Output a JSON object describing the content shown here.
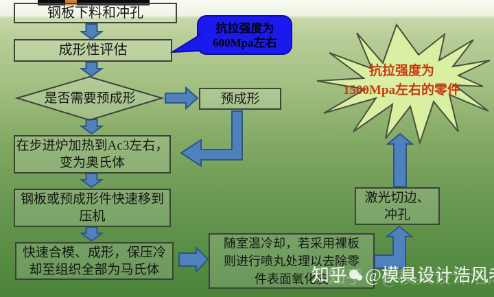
{
  "slide": {
    "nodes": {
      "blanking": "钢板下料和冲孔",
      "evaluation": "成形性评估",
      "decision": "是否需要预成形",
      "preforming": "预成形",
      "heating": "在步进炉加热到Ac3左右，\n变为奥氏体",
      "transfer": "钢板或预成形件快速移到\n压机",
      "forming": "快速合模、成形，保压冷\n却至组织全部为马氏体",
      "cooling": "随室温冷却，若采用裸板\n则进行喷丸处理以去除零\n件表面氧化皮",
      "laser": "激光切边、\n冲孔"
    },
    "callout": {
      "text": "抗拉强度为\n600Mpa左右"
    },
    "burst": {
      "text": "抗拉强度为\n1500Mpa左右的零件"
    },
    "watermark": {
      "source": "知乎",
      "handle": "@模具设计浩风老师"
    },
    "colors": {
      "arrow": "#4f81bd",
      "arrow_border": "#2d5684",
      "callout_fill": "#1a1aee",
      "callout_border": "#0b0bb0",
      "burst_fill": "#d9efa2",
      "burst_border": "#4a4f3f",
      "burst_text": "#c63a10",
      "box_border": "#3c423a",
      "text": "#161616",
      "watermark": "#ffffff",
      "background_top": "#f6f9ef",
      "background_bottom": "#47813a"
    }
  }
}
